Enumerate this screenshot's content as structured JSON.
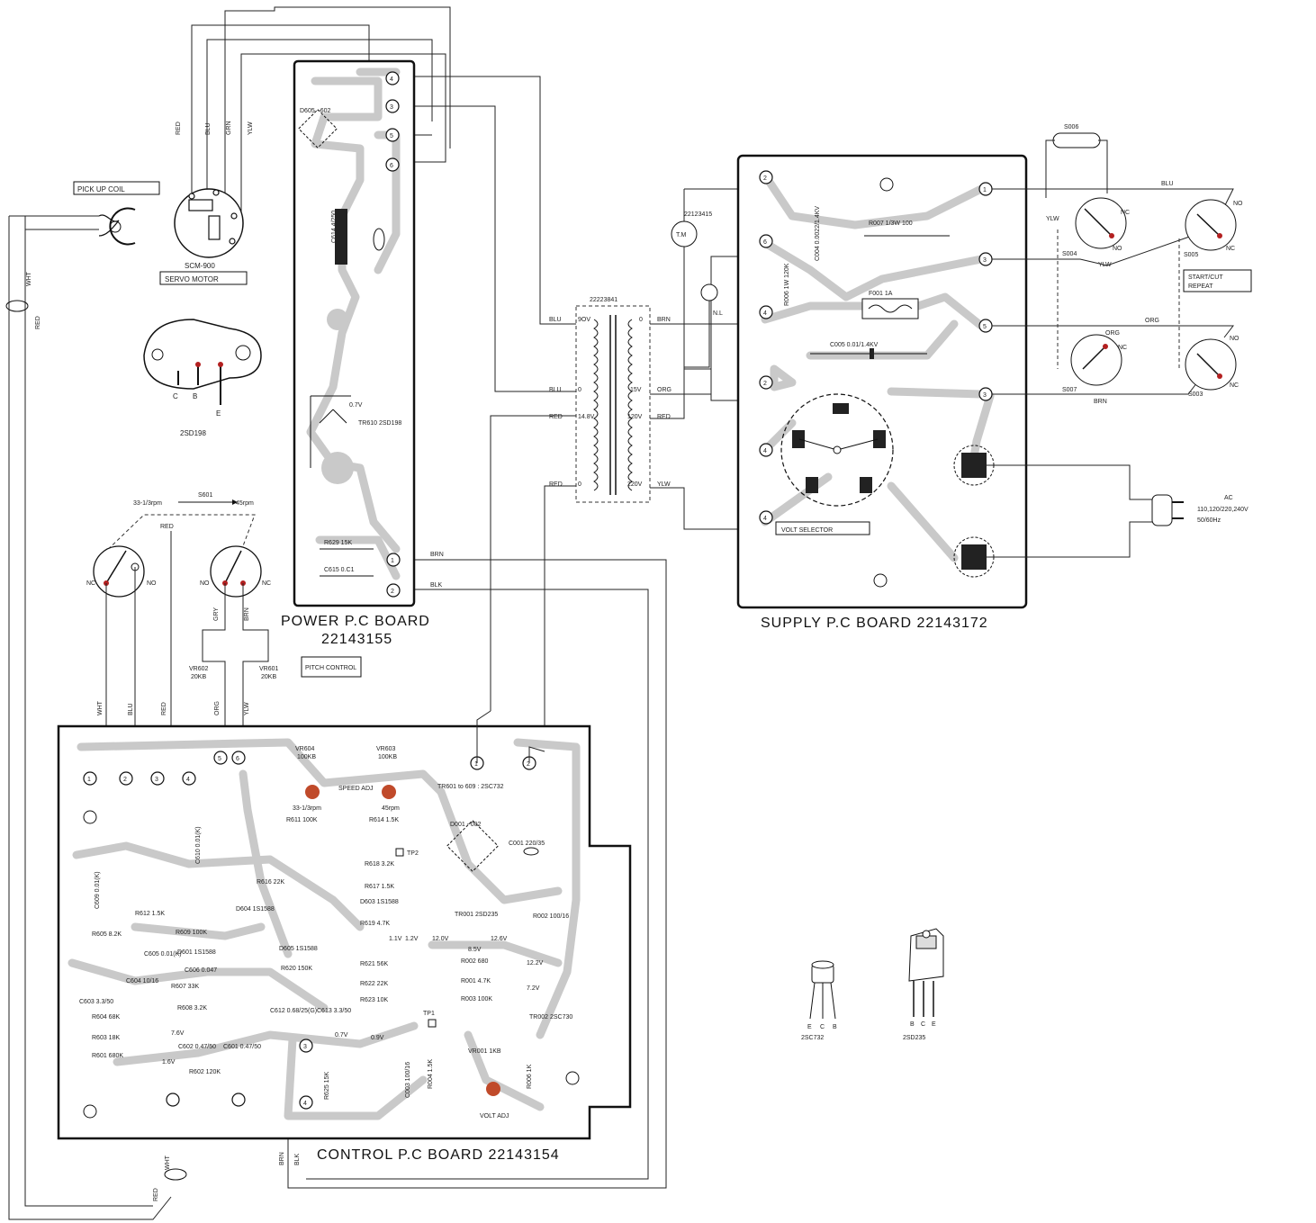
{
  "boards": {
    "power": {
      "title": "POWER P.C BOARD",
      "part": "22143155"
    },
    "supply": {
      "title": "SUPPLY P.C BOARD 22143172"
    },
    "control": {
      "title": "CONTROL P.C BOARD 22143154"
    }
  },
  "labels": {
    "pickup_coil": "PICK UP COIL",
    "servo_motor_model": "SCM-900",
    "servo_motor": "SERVO MOTOR",
    "transistor_2sd198": "2SD198",
    "pins_cbe": [
      "C",
      "B",
      "E"
    ],
    "speed_switch": "S601",
    "speed_33": "33-1/3rpm",
    "speed_45": "45rpm",
    "pitch_control": "PITCH CONTROL",
    "vr602": "VR602",
    "vr602_val": "20KB",
    "vr601": "VR601",
    "vr601_val": "20KB",
    "transformer": "22223841",
    "tm": "T.M",
    "tm_part": "22123415",
    "nl": "N.L",
    "volt_selector": "VOLT SELECTOR",
    "ac": "AC",
    "ac_volts": "110,120/220,240V",
    "ac_freq": "50/60Hz",
    "start_cut": "START/CUT",
    "repeat": "REPEAT",
    "transistor_2sc732": "2SC732",
    "pins_ecb": [
      "E",
      "C",
      "B"
    ],
    "transistor_2sd235": "2SD235",
    "pins_bce": [
      "B",
      "C",
      "E"
    ],
    "sw_s003": "S003",
    "sw_s004": "S004",
    "sw_s005": "S005",
    "sw_s006": "S006",
    "sw_s007": "S007",
    "no": "NO",
    "nc": "NC"
  },
  "wire_colors": {
    "red": "RED",
    "blu": "BLU",
    "grn": "GRN",
    "ylw": "YLW",
    "wht": "WHT",
    "brn": "BRN",
    "org": "ORG",
    "gry": "GRY",
    "blk": "BLK"
  },
  "transformer_taps": {
    "left": [
      "9OV",
      "0",
      "14.8V",
      "0"
    ],
    "right": [
      "0",
      "15V",
      "120V",
      "220V"
    ]
  },
  "power_components": {
    "d605": "D605 ~602",
    "c614": "C614 4/250",
    "tr610": "TR610 2SD198",
    "tr610_v": "0.7V",
    "r629": "R629 15K",
    "c615": "C615 0.C1"
  },
  "supply_components": {
    "r007": "R007 1/3W 100",
    "c004": "C004 0.0022/1.4KV",
    "r006": "R006 1W 120K",
    "f001": "F001 1A",
    "c005": "C005 0.01/1.4KV"
  },
  "control_components": {
    "vr604": "VR604",
    "vr604_val": "100KB",
    "vr603": "VR603",
    "vr603_val": "100KB",
    "speed_adj": "SPEED ADJ",
    "tr_range": "TR601 to 609 : 2SC732",
    "d001": "D001 ~002",
    "c001": "C001 220/35",
    "tr001": "TR001 2SD235",
    "r002": "R002 100/16",
    "vr001": "VR001 1KB",
    "volt_adj": "VOLT ADJ",
    "tp1": "TP1",
    "tp2": "TP2",
    "parts": [
      "R611 100K",
      "R614 1.5K",
      "R616 22K",
      "R618 3.2K",
      "R617 1.5K",
      "D603 1S1588",
      "R619 4.7K",
      "R612 1.5K",
      "R609 100K",
      "R605 8.2K",
      "D601 1S1588",
      "D604 1S1588",
      "C605 0.01(K)",
      "C606 0.047",
      "R607 33K",
      "R608 3.2K",
      "R604 68K",
      "R603 18K",
      "R601 680K",
      "C602 0.47/50",
      "C601 0.47/50",
      "R602 120K",
      "C603 3.3/50",
      "C604 10/16",
      "D605 1S1588",
      "R620 150K",
      "R621 56K",
      "R622 22K",
      "R623 10K",
      "C612 0.68/25(G)",
      "C613 3.3/50",
      "R001 4.7K",
      "R002 680",
      "R003 100K",
      "TR002 2SC730",
      "R004 1.5K",
      "R006 1K",
      "C003 100/16",
      "R625 15K",
      "C609 0.01(K)",
      "C610 0.01(K)"
    ],
    "voltages": [
      "12.0V",
      "12.6V",
      "8.5V",
      "12.2V",
      "0.7V",
      "0.9V",
      "1.6V",
      "7.6V",
      "1.1V",
      "1.2V",
      "7.2V"
    ]
  },
  "terminals": {
    "power": [
      "4",
      "3",
      "5",
      "6",
      "1",
      "2"
    ],
    "supply": [
      "2",
      "1",
      "6",
      "3",
      "4",
      "5",
      "2",
      "3",
      "4",
      "4"
    ],
    "control": [
      "1",
      "2",
      "3",
      "4",
      "5",
      "6",
      "1",
      "2",
      "3",
      "4"
    ]
  }
}
